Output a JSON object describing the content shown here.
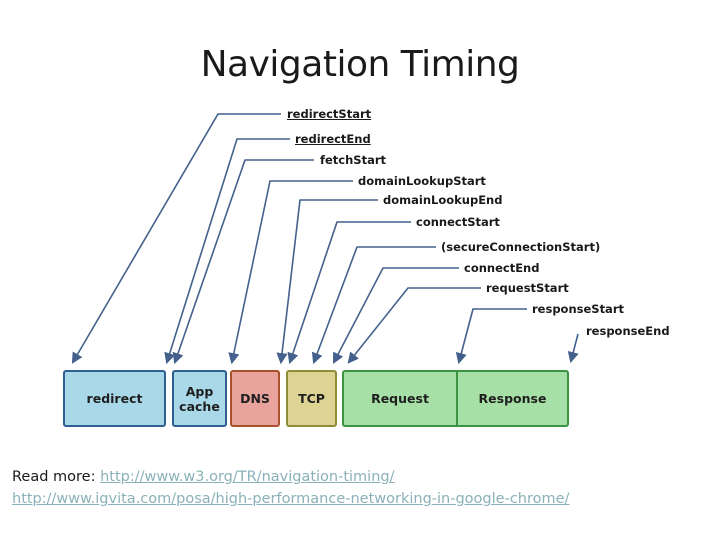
{
  "slide": {
    "title": "Navigation Timing"
  },
  "diagram": {
    "timing_labels": [
      {
        "text": "redirectStart"
      },
      {
        "text": "redirectEnd"
      },
      {
        "text": "fetchStart"
      },
      {
        "text": "domainLookupStart"
      },
      {
        "text": "domainLookupEnd"
      },
      {
        "text": "connectStart"
      },
      {
        "text": "(secureConnectionStart)"
      },
      {
        "text": "connectEnd"
      },
      {
        "text": "requestStart"
      },
      {
        "text": "responseStart"
      },
      {
        "text": "responseEnd"
      }
    ],
    "phases": [
      {
        "label": "redirect"
      },
      {
        "label": "App cache"
      },
      {
        "label": "DNS"
      },
      {
        "label": "TCP"
      },
      {
        "label": "Request"
      },
      {
        "label": "Response"
      }
    ]
  },
  "footer": {
    "read_more_label": "Read more:",
    "links": [
      {
        "text": "http://www.w3.org/TR/navigation-timing/"
      },
      {
        "text": "http://www.igvita.com/posa/high-performance-networking-in-google-chrome/"
      }
    ]
  },
  "colors": {
    "connector": "#43618c",
    "text": "#1a1a1a",
    "link": "#8ab1b9",
    "phase-blue-fill": "#a9d8e9",
    "phase-blue-border": "#2f5e92",
    "phase-red-fill": "#e7a39c",
    "phase-red-border": "#a9502f",
    "phase-tan-fill": "#ddd494",
    "phase-tan-border": "#8d8d3a",
    "phase-green-fill": "#a7e0a7",
    "phase-green-border": "#3b9440"
  }
}
